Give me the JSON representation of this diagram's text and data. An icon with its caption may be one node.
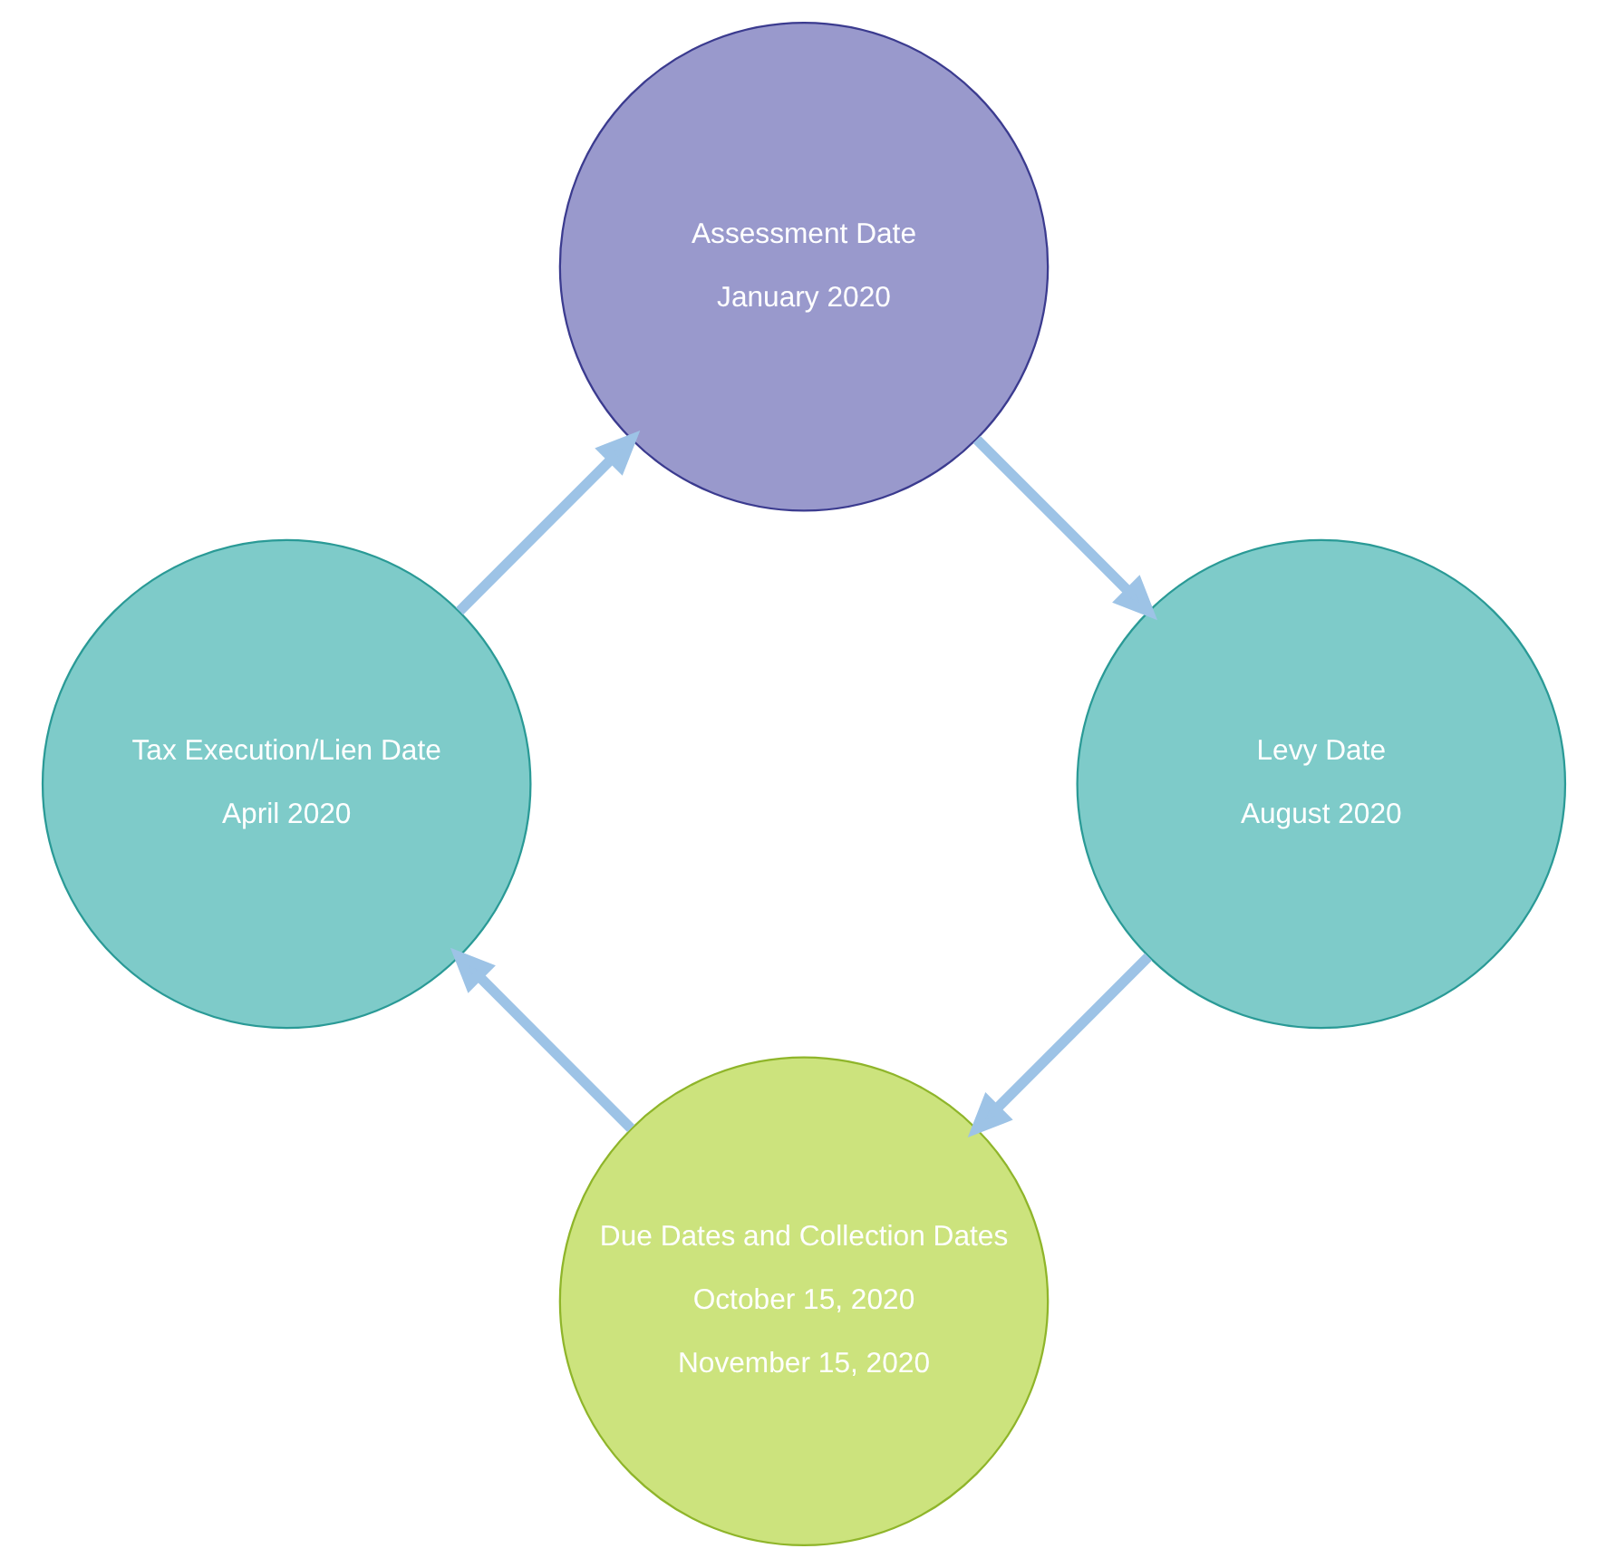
{
  "diagram": {
    "nodes": [
      {
        "text": [
          "Assessment Date",
          "January 2020"
        ]
      },
      {
        "text": [
          "Levy Date",
          "August 2020"
        ]
      },
      {
        "text": [
          "Due Dates and Collection Dates",
          "October 15, 2020",
          "November 15, 2020"
        ]
      },
      {
        "text": [
          "Tax Execution/Lien Date",
          "April 2020"
        ]
      }
    ],
    "edges": [
      {
        "from": 0,
        "to": 1,
        "arrow": "to"
      },
      {
        "from": 1,
        "to": 2,
        "arrow": "to"
      },
      {
        "from": 2,
        "to": 3,
        "arrow": "to"
      },
      {
        "from": 3,
        "to": 0,
        "arrow": "to"
      }
    ]
  }
}
